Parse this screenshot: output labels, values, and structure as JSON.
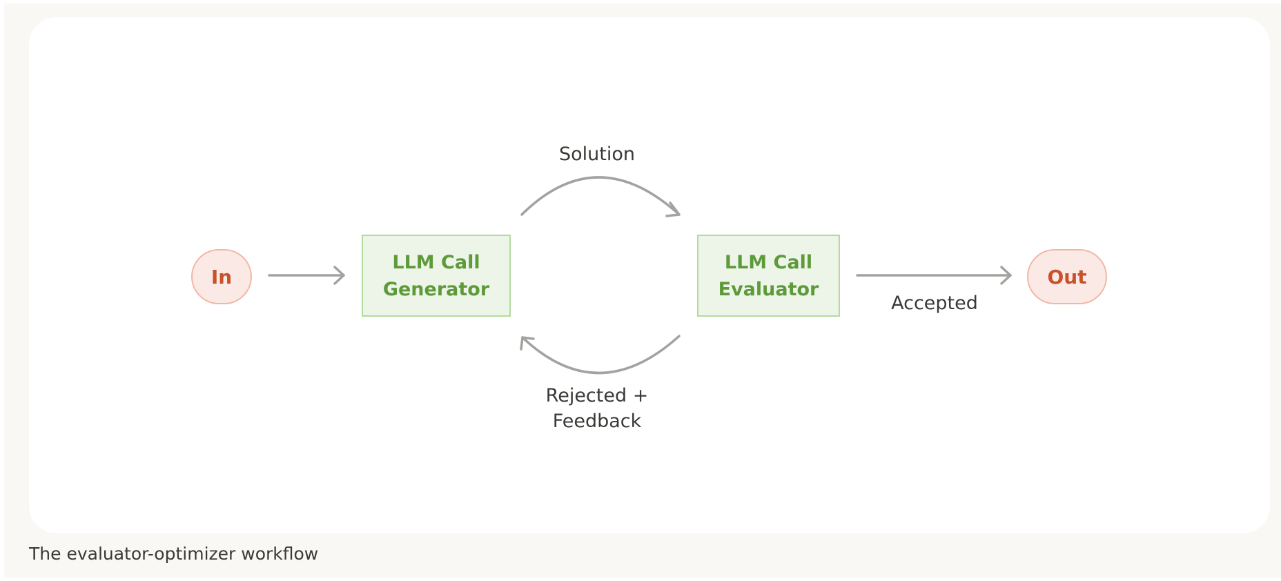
{
  "diagram": {
    "nodes": {
      "input": "In",
      "generator": [
        "LLM Call",
        "Generator"
      ],
      "evaluator": [
        "LLM Call",
        "Evaluator"
      ],
      "output": "Out"
    },
    "edges": {
      "solution": "Solution",
      "rejected": [
        "Rejected +",
        "Feedback"
      ],
      "accepted": "Accepted"
    },
    "colors": {
      "terminal_fill": "#fbe9e5",
      "terminal_border": "#f2b6a3",
      "terminal_text": "#c8512c",
      "llm_fill": "#edf4e8",
      "llm_border": "#b2dc9c",
      "llm_text": "#5e9a3a",
      "arrow": "#a3a29f"
    }
  },
  "caption": "The evaluator-optimizer workflow"
}
